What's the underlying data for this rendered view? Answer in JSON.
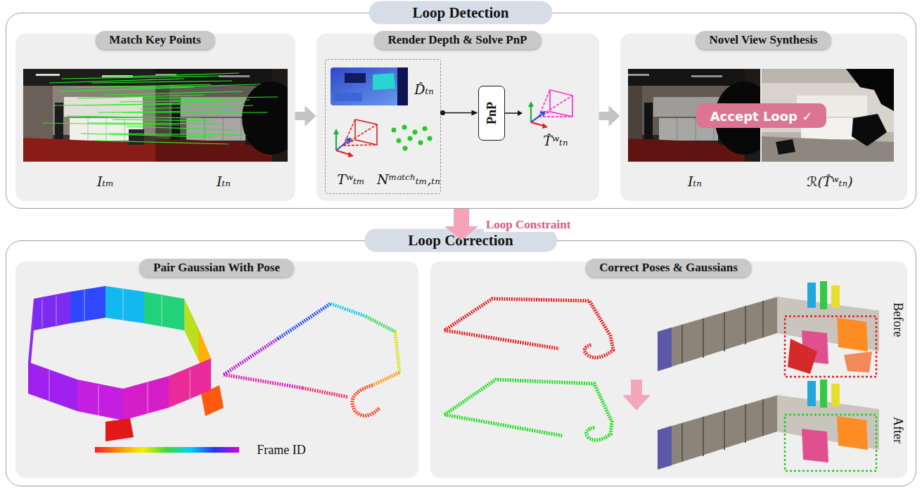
{
  "diagram": {
    "nodes": [
      {
        "text": [
          "Loop Detection"
        ]
      },
      {
        "text": [
          "Match Key Points"
        ],
        "in": 0
      },
      {
        "text": [
          "Render Depth & Solve PnP"
        ],
        "in": 0
      },
      {
        "text": [
          "D̂ₜₙ",
          "Tʷₜₘ",
          "Nᵐᵃᵗᶜʰₜₘ,ₜₙ"
        ],
        "in": 2
      },
      {
        "text": [
          "PnP"
        ],
        "in": 2
      },
      {
        "text": [
          "Novel View Synthesis"
        ],
        "in": 0
      },
      {
        "text": [
          "Accept Loop ✓"
        ],
        "in": 5
      },
      {
        "text": [
          "Loop Correction"
        ]
      },
      {
        "text": [
          "Pair Gaussian With Pose"
        ],
        "in": 7
      },
      {
        "text": [
          "Correct Poses & Gaussians"
        ],
        "in": 7
      }
    ],
    "edges": [
      {
        "from": 1,
        "to": 2,
        "arrow": "to"
      },
      {
        "from": 2,
        "to": 5,
        "arrow": "to"
      },
      {
        "from": 3,
        "to": 4,
        "arrow": "to"
      },
      {
        "from": 0,
        "to": 7,
        "label": "Loop Constraint",
        "arrow": "to"
      }
    ],
    "labels": [
      "Iₜₘ",
      "Iₜₙ",
      "T̂ʷₜₙ",
      "Iₜₙ",
      "ℛ(T̂ʷₜₙ)",
      "Frame ID",
      "Before",
      "After"
    ]
  }
}
